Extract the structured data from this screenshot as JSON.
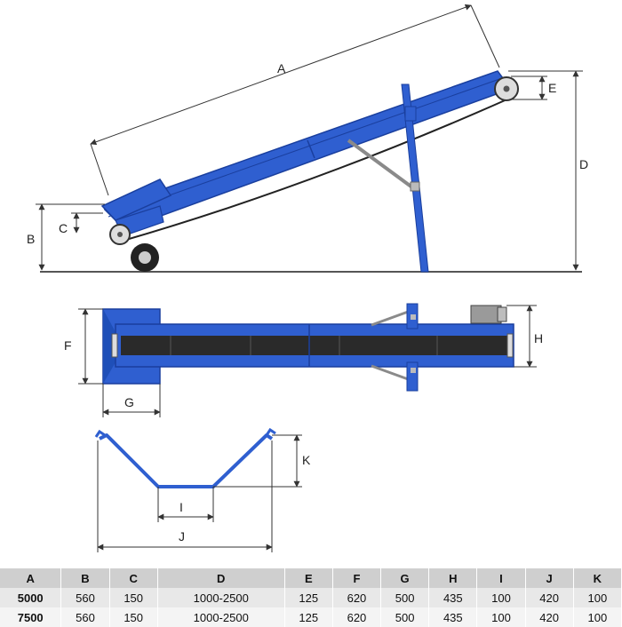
{
  "labels": {
    "A": "A",
    "B": "B",
    "C": "C",
    "D": "D",
    "E": "E",
    "F": "F",
    "G": "G",
    "H": "H",
    "I": "I",
    "J": "J",
    "K": "K"
  },
  "colors": {
    "frame": "#2f5fd0",
    "frame_dark": "#1a3f9e",
    "belt": "#2a2a2a",
    "dimension": "#333333",
    "table_header": "#cfcfcf"
  },
  "table": {
    "headers": [
      "A",
      "B",
      "C",
      "D",
      "E",
      "F",
      "G",
      "H",
      "I",
      "J",
      "K"
    ],
    "rows": [
      [
        "5000",
        "560",
        "150",
        "1000-2500",
        "125",
        "620",
        "500",
        "435",
        "100",
        "420",
        "100"
      ],
      [
        "7500",
        "560",
        "150",
        "1000-2500",
        "125",
        "620",
        "500",
        "435",
        "100",
        "420",
        "100"
      ]
    ]
  }
}
